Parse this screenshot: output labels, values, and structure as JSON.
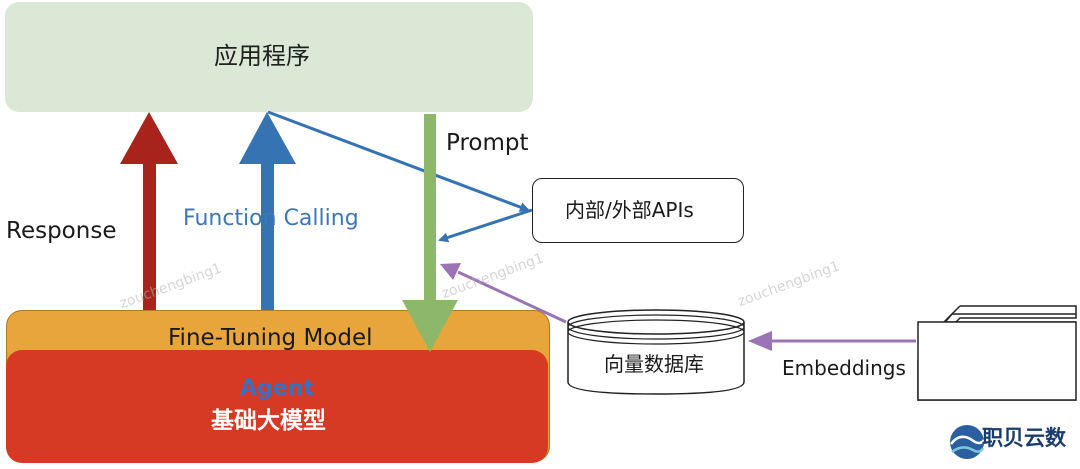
{
  "nodes": {
    "app": "应用程序",
    "fine_tuning": "Fine-Tuning Model",
    "agent": "Agent",
    "base_model": "基础大模型",
    "apis": "内部/外部APIs",
    "vector_db": "向量数据库"
  },
  "edges": {
    "response": "Response",
    "function_calling": "Function Calling",
    "prompt": "Prompt",
    "embeddings": "Embeddings"
  },
  "watermark": "zouchengbing1",
  "logo": {
    "text": "职贝云数"
  },
  "colors": {
    "app_bg": "#dbe8d6",
    "fine_tuning_bg": "#e8a53c",
    "base_model_bg": "#d63a24",
    "response_arrow": "#a8231b",
    "function_arrow": "#3673b3",
    "prompt_arrow": "#8db86a",
    "embedding_arrow": "#9a74b5"
  }
}
